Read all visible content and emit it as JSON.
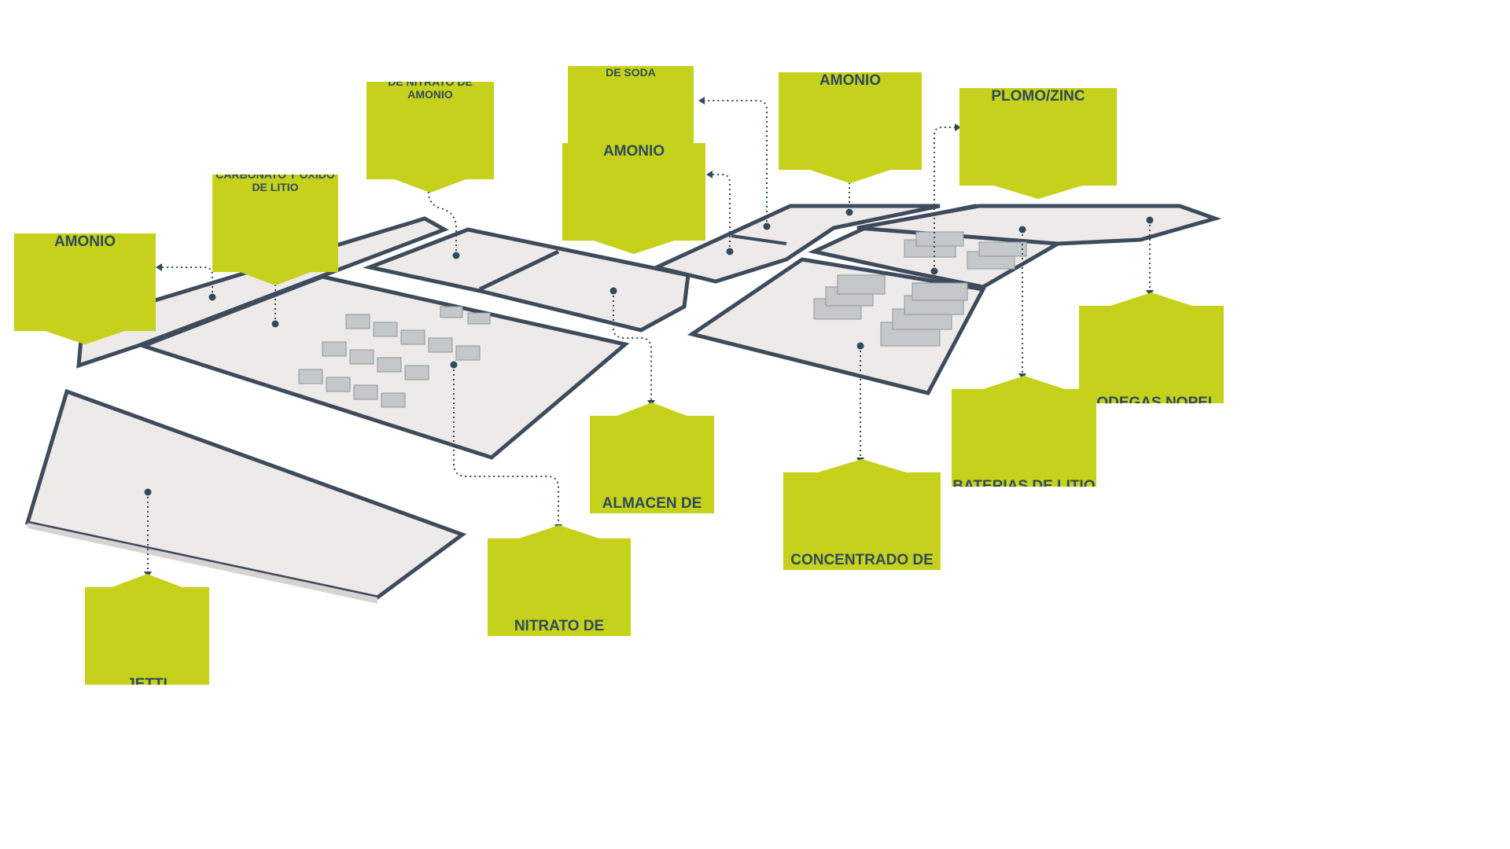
{
  "colors": {
    "label_bg": "#c5d11a",
    "label_text": "#2f4a5c",
    "wall": "#3d4b5c",
    "floor": "#efeaea",
    "floor_shadow": "#d8d2d2",
    "warehouse": "#bfc3c6",
    "connector": "#2f4a5c"
  },
  "labels": {
    "nitrato_left": "NITRATO DE AMONIO",
    "almacen_litio": "ALMACEN CARBONATO Y OXIDO DE LITIO",
    "planta_emulsion": "PLANTA DE EMULSIÓN DE NITRATO DE AMONIO",
    "almacen_ceniza": "ALMACEN DE CENIZA DE SODA",
    "nitrato_mid": "NITRATO DE AMONIO",
    "nitrato_top": "NITRATO DE AMONIO",
    "concentrado_plomo": "CONCENTRADO DE PLOMO/ZINC",
    "bodegas_nopel": "BODEGAS NOPEL",
    "baterias_litio": "BATERIAS DE LITIO",
    "concentrado_cobre": "CONCENTRADO DE COBRE",
    "almacen_cal": "ALMACEN DE CAL",
    "nitrato_bottom": "NITRATO DE AMONIO",
    "jetti": "JETTI"
  }
}
